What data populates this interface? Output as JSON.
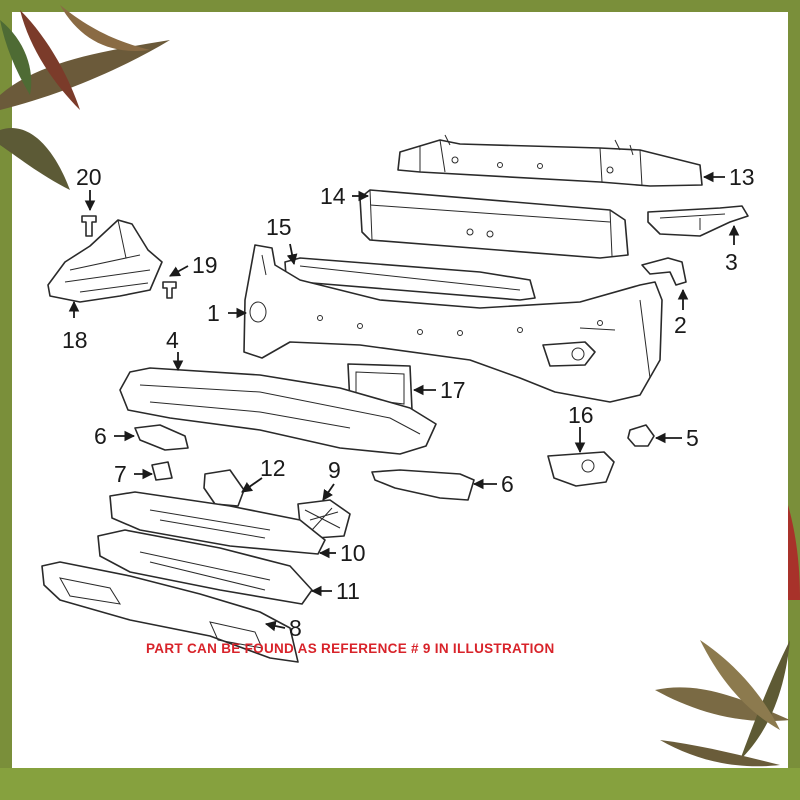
{
  "frame": {
    "border_color": "#7a8f3a",
    "accent_red": "#d8232a"
  },
  "callouts": {
    "n1": "1",
    "n2": "2",
    "n3": "3",
    "n4": "4",
    "n5": "5",
    "n6a": "6",
    "n6b": "6",
    "n7": "7",
    "n8": "8",
    "n9": "9",
    "n10": "10",
    "n11": "11",
    "n12": "12",
    "n13": "13",
    "n14": "14",
    "n15": "15",
    "n16": "16",
    "n17": "17",
    "n18": "18",
    "n19": "19",
    "n20": "20"
  },
  "note": "PART CAN BE FOUND AS REFERENCE # 9 IN ILLUSTRATION",
  "decoration": {
    "leaf_icons": [
      "leaf-top-left",
      "leaf-bottom-right",
      "leaf-right-red"
    ]
  }
}
